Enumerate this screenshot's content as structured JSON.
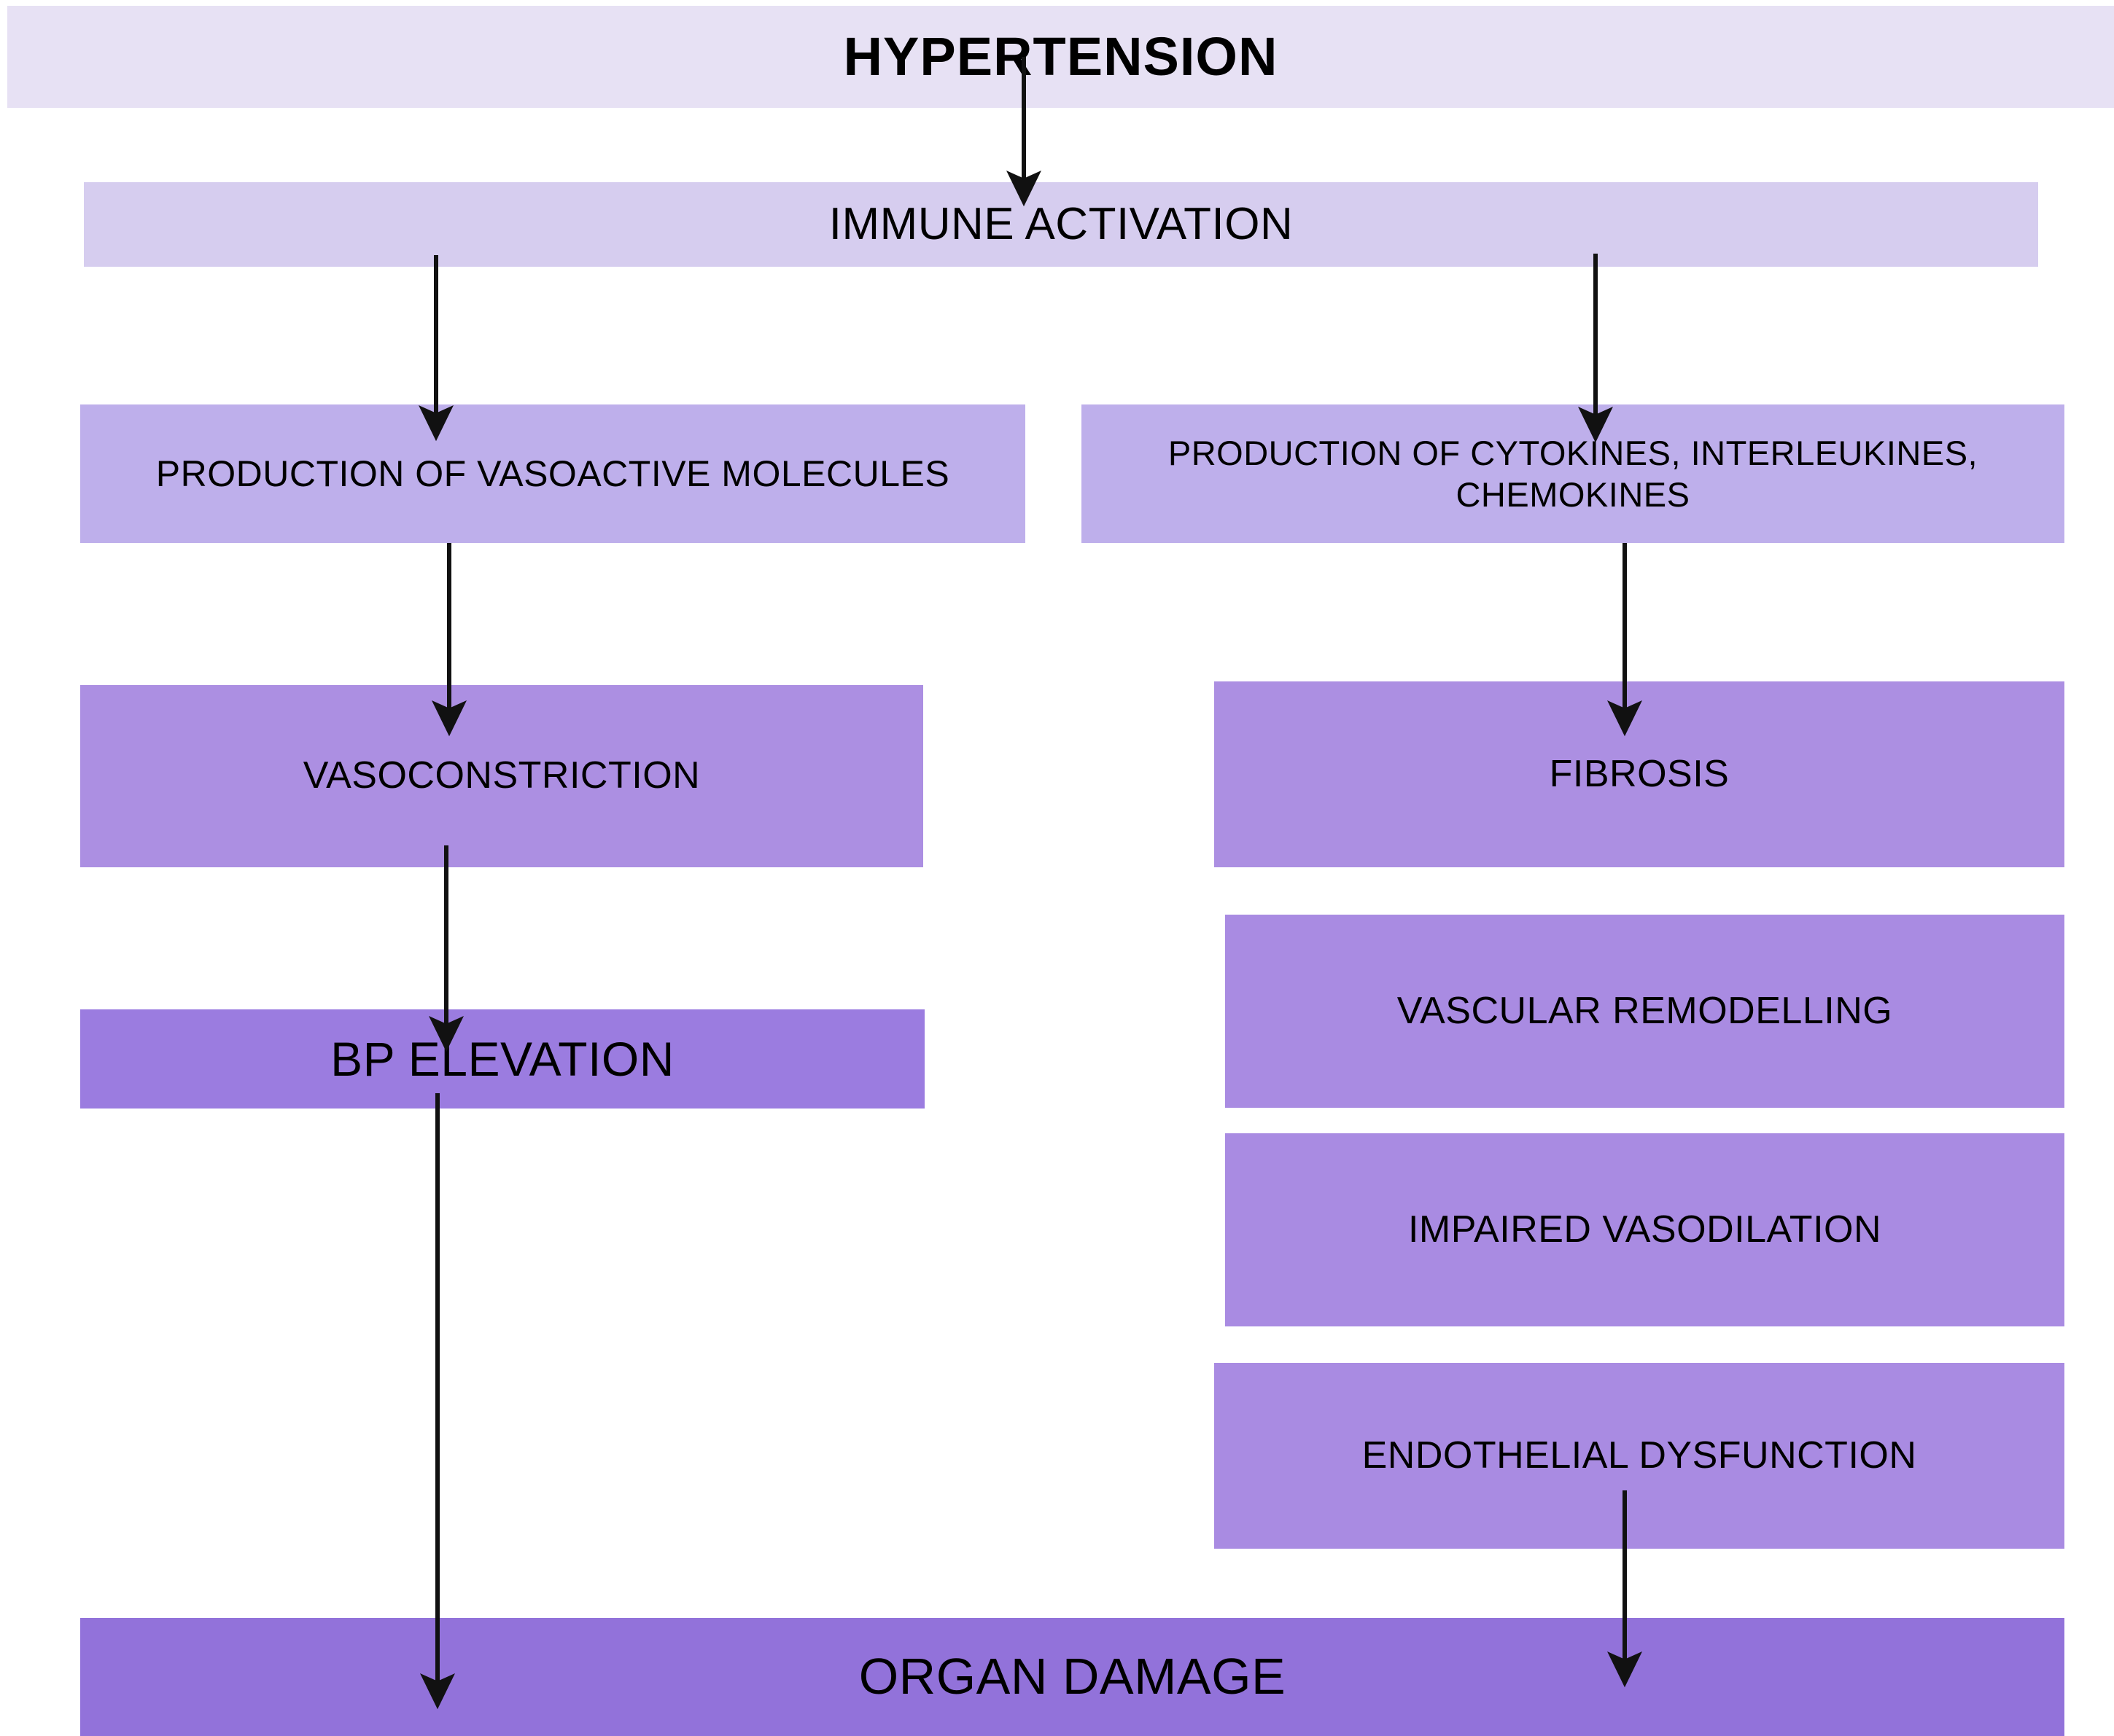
{
  "diagram": {
    "title": "HYPERTENSION",
    "palette": {
      "background": "#FFFFFF",
      "band_lightest": "#E7E1F4",
      "band_light": "#D6CDEF",
      "box_light": "#BEAFEB",
      "box_mid": "#AC8FE2",
      "box_mid_right": "#A98BE2",
      "box_dark": "#9B7CE0",
      "box_darkest": "#9272DA",
      "arrow": "#111111",
      "text": "#000000"
    },
    "nodes": [
      {
        "id": "hypertension",
        "label": "HYPERTENSION"
      },
      {
        "id": "immune_activation",
        "label": "IMMUNE ACTIVATION"
      },
      {
        "id": "vasoactive",
        "label": "PRODUCTION OF VASOACTIVE MOLECULES"
      },
      {
        "id": "cytokines",
        "label": "PRODUCTION OF CYTOKINES, INTERLEUKINES,\nCHEMOKINES"
      },
      {
        "id": "vasoconstriction",
        "label": "VASOCONSTRICTION"
      },
      {
        "id": "fibrosis",
        "label": "FIBROSIS"
      },
      {
        "id": "bp_elevation",
        "label": "BP ELEVATION"
      },
      {
        "id": "vascular_remodelling",
        "label": "VASCULAR REMODELLING"
      },
      {
        "id": "impaired_vasodilation",
        "label": "IMPAIRED VASODILATION"
      },
      {
        "id": "endothelial_dysfunction",
        "label": "ENDOTHELIAL DYSFUNCTION"
      },
      {
        "id": "organ_damage",
        "label": "ORGAN DAMAGE"
      }
    ],
    "edges": [
      {
        "from": "hypertension",
        "to": "immune_activation"
      },
      {
        "from": "immune_activation",
        "to": "vasoactive"
      },
      {
        "from": "immune_activation",
        "to": "cytokines"
      },
      {
        "from": "vasoactive",
        "to": "vasoconstriction"
      },
      {
        "from": "cytokines",
        "to": "fibrosis"
      },
      {
        "from": "vasoconstriction",
        "to": "bp_elevation"
      },
      {
        "from": "bp_elevation",
        "to": "organ_damage"
      },
      {
        "from": "endothelial_dysfunction",
        "to": "organ_damage"
      }
    ]
  }
}
